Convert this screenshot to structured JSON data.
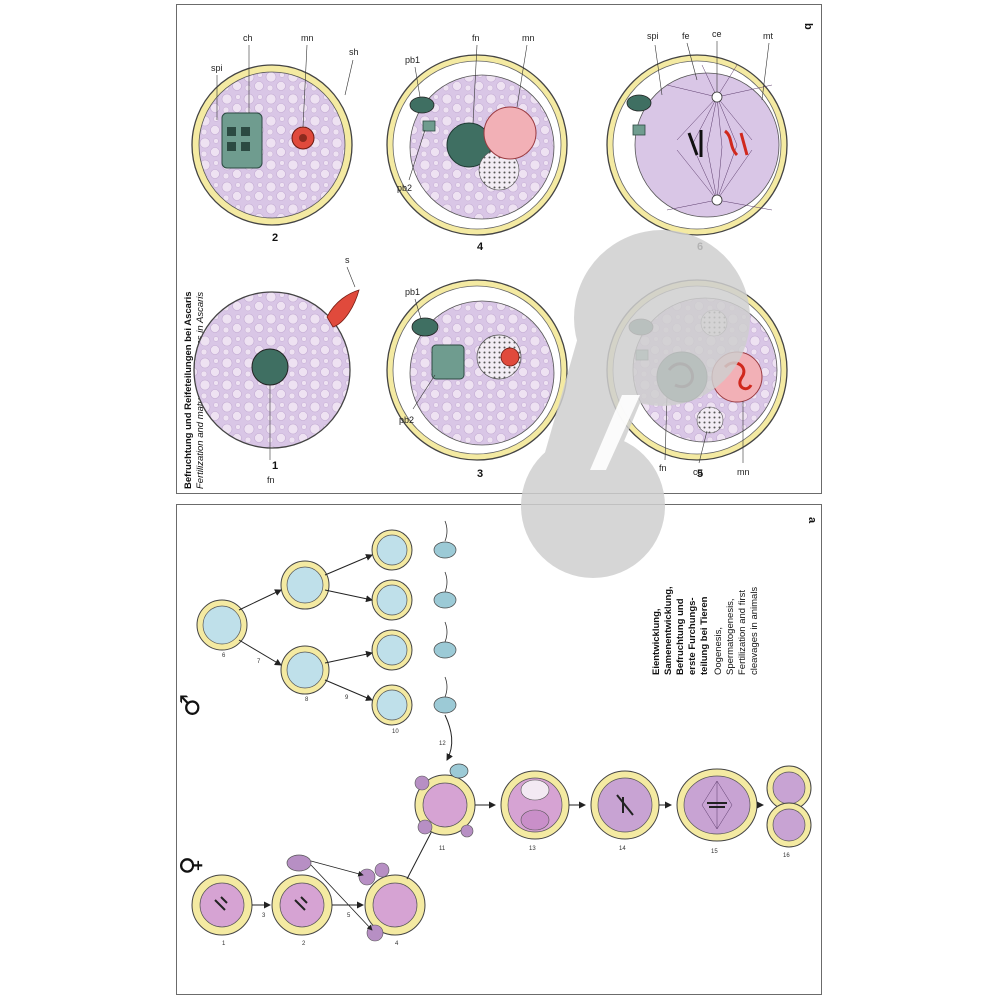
{
  "panel_b": {
    "letter": "b",
    "title_de": "Befruchtung und Reifeteilungen bei Ascaris",
    "title_en": "Fertilization and maturation divisions in Ascaris",
    "figure_numbers": [
      "1",
      "2",
      "3",
      "4",
      "5",
      "6"
    ],
    "labels": {
      "fig1_s": "s",
      "fig1_fn": "fn",
      "fig2_spi": "spi",
      "fig2_ch": "ch",
      "fig2_mn": "mn",
      "fig2_sh": "sh",
      "fig3_pb1": "pb1",
      "fig3_pb2": "pb2",
      "fig4_pb1": "pb1",
      "fig4_fn": "fn",
      "fig4_mn": "mn",
      "fig4_pb2": "pb2",
      "fig5_fn": "fn",
      "fig5_ce": "ce",
      "fig5_mn": "mn",
      "fig6_spi": "spi",
      "fig6_fe": "fe",
      "fig6_ce": "ce",
      "fig6_mt": "mt"
    }
  },
  "panel_a": {
    "letter": "a",
    "female_symbol": "♀",
    "male_symbol": "♂",
    "caption_de_lines": [
      "Eientwicklung,",
      "Samenentwicklung,",
      "Befruchtung und",
      "erste Furchungs-",
      "teilung bei Tieren"
    ],
    "caption_en_lines": [
      "Oogenesis,",
      "Spermatogenesis,",
      "Fertilization and first",
      "cleavages in animals"
    ],
    "stage_numbers": [
      "1",
      "2",
      "3",
      "4",
      "5",
      "6",
      "7",
      "8",
      "9",
      "10",
      "11",
      "12",
      "13",
      "14",
      "15",
      "16"
    ]
  },
  "colors": {
    "cell_violet": "#d9c6e6",
    "oocyte_pink": "#d6a3d3",
    "zona_yellow": "#f4eaa2",
    "sperm_blue": "#bfe0ea",
    "nucleus_teal": "#3f6f62",
    "male_red": "#e04a3c",
    "pale_red": "#f2b0b6",
    "overlay_gray": "#cfcfcf"
  },
  "icons": [
    "female-symbol-icon",
    "male-symbol-icon",
    "arrow-icon"
  ]
}
